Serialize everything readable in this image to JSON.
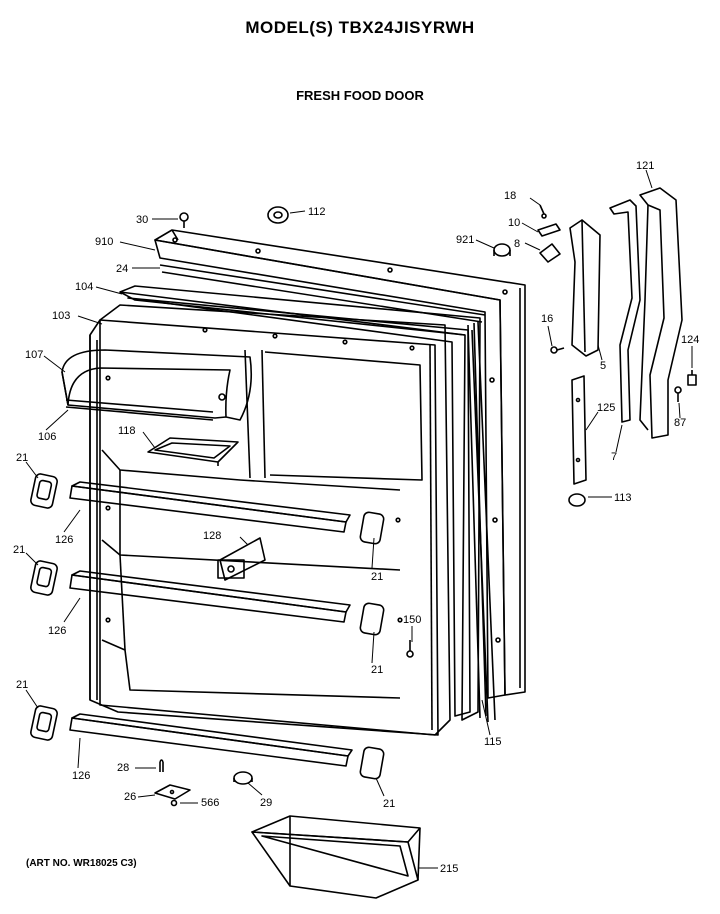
{
  "header": {
    "model_title": "MODEL(S) TBX24JISYRWH",
    "section_title": "FRESH FOOD DOOR"
  },
  "footer": {
    "art_no": "(ART NO. WR18025 C3)"
  },
  "callouts": [
    "30",
    "112",
    "910",
    "24",
    "104",
    "103",
    "107",
    "106",
    "118",
    "21",
    "21",
    "21",
    "126",
    "126",
    "126",
    "128",
    "21",
    "150",
    "21",
    "28",
    "26",
    "566",
    "29",
    "21",
    "215",
    "115",
    "18",
    "10",
    "921",
    "8",
    "16",
    "5",
    "121",
    "124",
    "87",
    "125",
    "7",
    "113"
  ]
}
